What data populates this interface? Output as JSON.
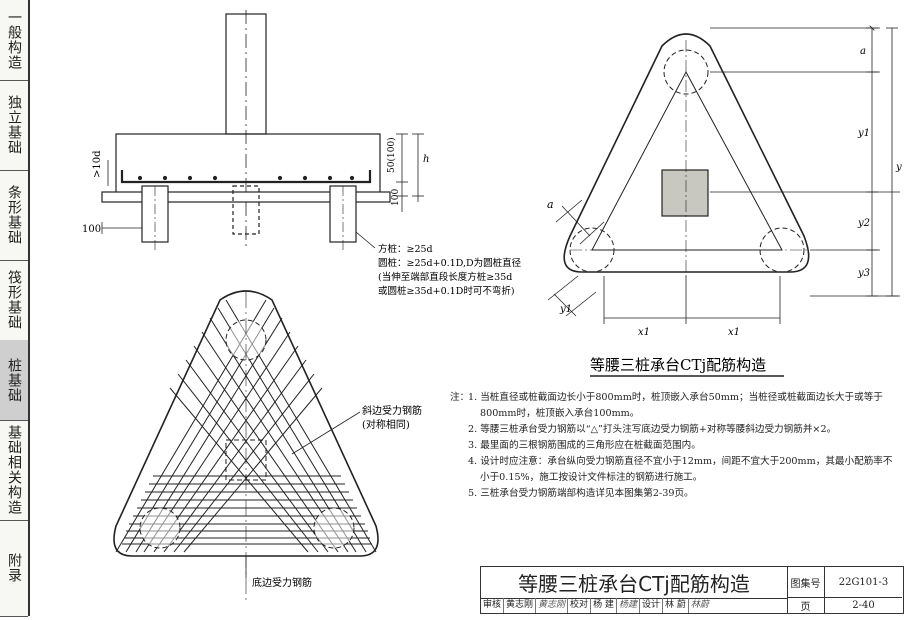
{
  "sidebar": {
    "tabs": [
      {
        "label": "一般构造",
        "active": false
      },
      {
        "label": "独立基础",
        "active": false
      },
      {
        "label": "条形基础",
        "active": false
      },
      {
        "label": "筏形基础",
        "active": false
      },
      {
        "label": "桩基础",
        "active": true
      },
      {
        "label": "基础相关构造",
        "active": false
      },
      {
        "label": "附录",
        "active": false
      }
    ]
  },
  "section": {
    "dim_10d": ">10d",
    "dim_50": "50(100)",
    "dim_100_right": "100",
    "dim_h": "h",
    "dim_100_left": "100",
    "anchor_lines": [
      "方桩：≥25d",
      "圆桩：≥25d+0.1D,D为圆桩直径",
      "(当伸至端部直段长度方桩≥35d",
      "或圆桩≥35d+0.1D时可不弯折)"
    ]
  },
  "rebar_plan": {
    "label_slant": "斜边受力钢筋",
    "label_slant_note": "(对称相同)",
    "label_bottom": "底边受力钢筋"
  },
  "cap_plan": {
    "dim_a_side": "a",
    "dim_y1_side": "y1",
    "dim_x1_left": "x1",
    "dim_x1_right": "x1",
    "dim_a_top": "a",
    "dim_y1": "y1",
    "dim_y": "y",
    "dim_y2": "y2",
    "dim_y3": "y3",
    "caption": "等腰三桩承台CTj配筋构造"
  },
  "notes": {
    "label": "注：",
    "items": [
      "1. 当桩直径或桩截面边长小于800mm时，桩顶嵌入承台50mm；当桩径或桩截面边长大于或等于800mm时，桩顶嵌入承台100mm。",
      "2. 等腰三桩承台受力钢筋以“△”打头注写底边受力钢筋+对称等腰斜边受力钢筋并×2。",
      "3. 最里面的三根钢筋围成的三角形应在桩截面范围内。",
      "4. 设计时应注意：承台纵向受力钢筋直径不宜小于12mm，间距不宜大于200mm，其最小配筋率不小于0.15%，施工按设计文件标注的钢筋进行施工。",
      "5. 三桩承台受力钢筋端部构造详见本图集第2-39页。"
    ]
  },
  "title_block": {
    "title": "等腰三桩承台CTj配筋构造",
    "atlas_label": "图集号",
    "atlas_value": "22G101-3",
    "page_label": "页",
    "page_value": "2-40",
    "review_label": "审核",
    "review_name": "黄志刚",
    "review_sign": "黄志刚",
    "check_label": "校对",
    "check_name": "杨 建",
    "check_sign": "杨建",
    "design_label": "设计",
    "design_name": "林 蔚",
    "design_sign": "林蔚"
  }
}
